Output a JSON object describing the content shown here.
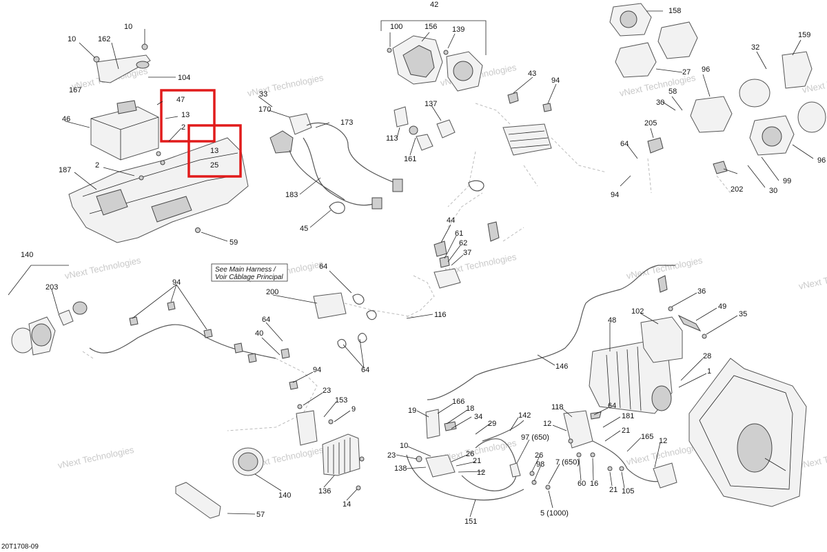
{
  "diagram_code": "20T1708-09",
  "watermark": "vNext Technologies",
  "note_lines": [
    "See Main Harness /",
    "Voir Câblage Principal"
  ],
  "highlight_color": "#e11b1b",
  "callouts": [
    "42",
    "100",
    "156",
    "139",
    "158",
    "10",
    "10",
    "162",
    "104",
    "167",
    "47",
    "13",
    "2",
    "13",
    "25",
    "46",
    "187",
    "2",
    "59",
    "33",
    "170",
    "173",
    "183",
    "45",
    "113",
    "161",
    "137",
    "43",
    "94",
    "27",
    "96",
    "159",
    "32",
    "58",
    "30",
    "205",
    "64",
    "94",
    "202",
    "30",
    "99",
    "96",
    "140",
    "203",
    "94",
    "64",
    "40",
    "200",
    "64",
    "64",
    "116",
    "44",
    "61",
    "62",
    "37",
    "36",
    "49",
    "35",
    "102",
    "48",
    "146",
    "28",
    "1",
    "94",
    "23",
    "153",
    "9",
    "136",
    "14",
    "140",
    "57",
    "19",
    "166",
    "18",
    "34",
    "29",
    "142",
    "10",
    "23",
    "21",
    "26",
    "12",
    "138",
    "151",
    "97 (650)",
    "26",
    "98",
    "7 (650)",
    "5 (1000)",
    "118",
    "64",
    "12",
    "181",
    "21",
    "165",
    "12",
    "60",
    "16",
    "21",
    "105"
  ]
}
